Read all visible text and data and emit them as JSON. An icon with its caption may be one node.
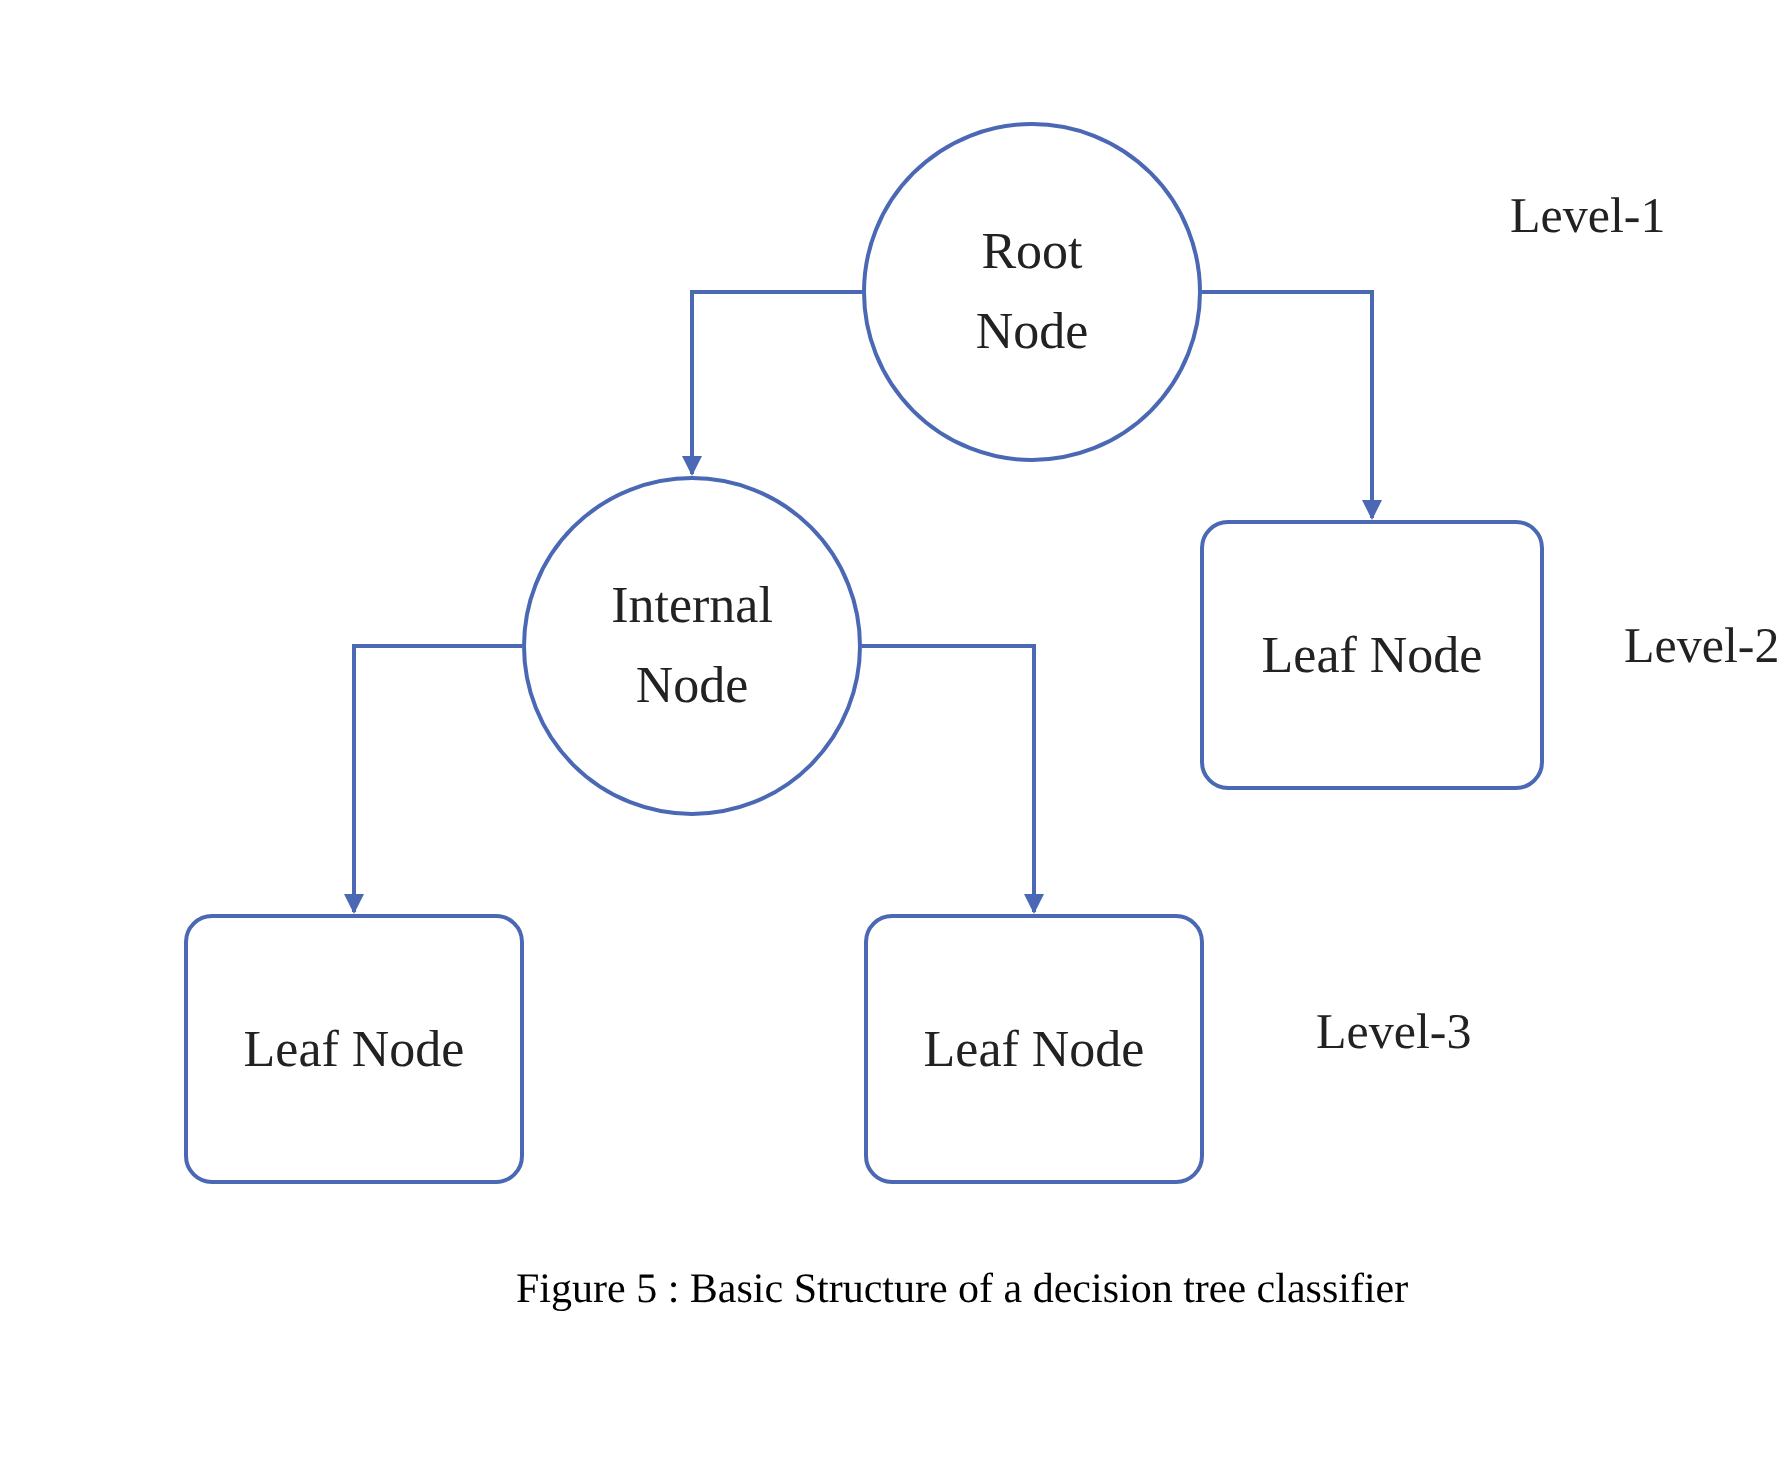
{
  "diagram": {
    "caption": "Figure 5 : Basic Structure of a decision tree classifier",
    "nodes": [
      {
        "text": [
          "Root Node"
        ]
      },
      {
        "text": [
          "Leaf Node"
        ]
      },
      {
        "text": [
          "Internal Node"
        ]
      },
      {
        "text": [
          "Leaf Node"
        ]
      },
      {
        "text": [
          "Leaf Node"
        ]
      }
    ],
    "edges": [
      {
        "from": 0,
        "to": 2,
        "arrow": "to"
      },
      {
        "from": 0,
        "to": 1,
        "arrow": "to"
      },
      {
        "from": 2,
        "to": 3,
        "arrow": "to"
      },
      {
        "from": 2,
        "to": 4,
        "arrow": "to"
      }
    ],
    "labels": [
      "Level-1",
      "Level-2",
      "Level-3"
    ]
  }
}
